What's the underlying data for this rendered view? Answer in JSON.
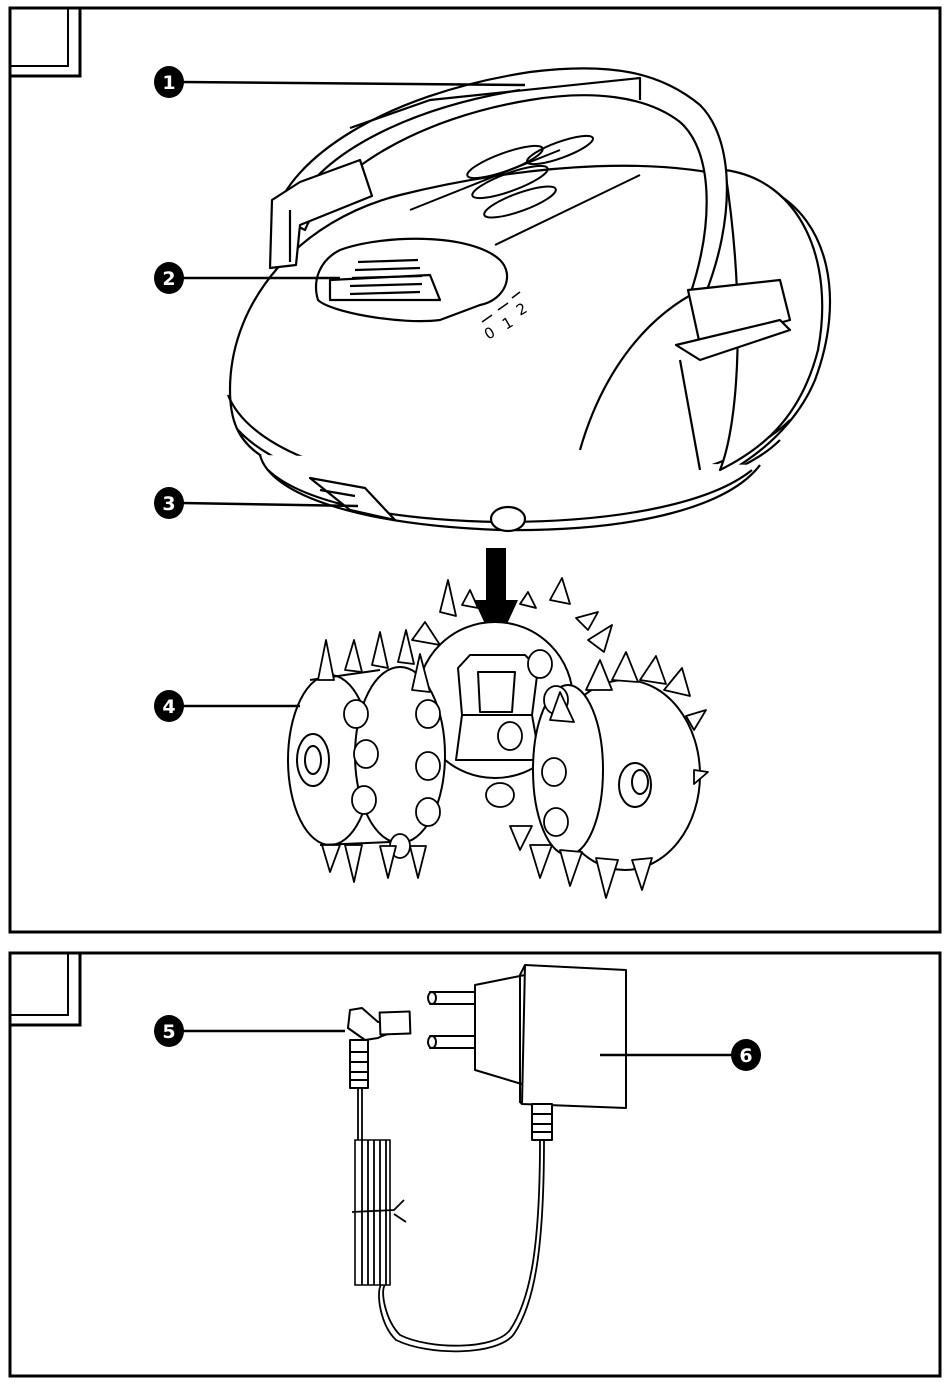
{
  "figure": {
    "panel_top": {
      "tab_label": ""
    },
    "panel_bottom": {
      "tab_label": ""
    }
  },
  "callouts": [
    {
      "number": "1",
      "part": "handle"
    },
    {
      "number": "2",
      "part": "speed-switch"
    },
    {
      "number": "3",
      "part": "housing-base"
    },
    {
      "number": "4",
      "part": "massage-attachment"
    },
    {
      "number": "5",
      "part": "connector-plug"
    },
    {
      "number": "6",
      "part": "power-adapter"
    }
  ],
  "switch_scale": {
    "pos0": "0",
    "pos1": "1",
    "pos2": "2"
  },
  "colors": {
    "line": "#000000",
    "background": "#ffffff"
  }
}
